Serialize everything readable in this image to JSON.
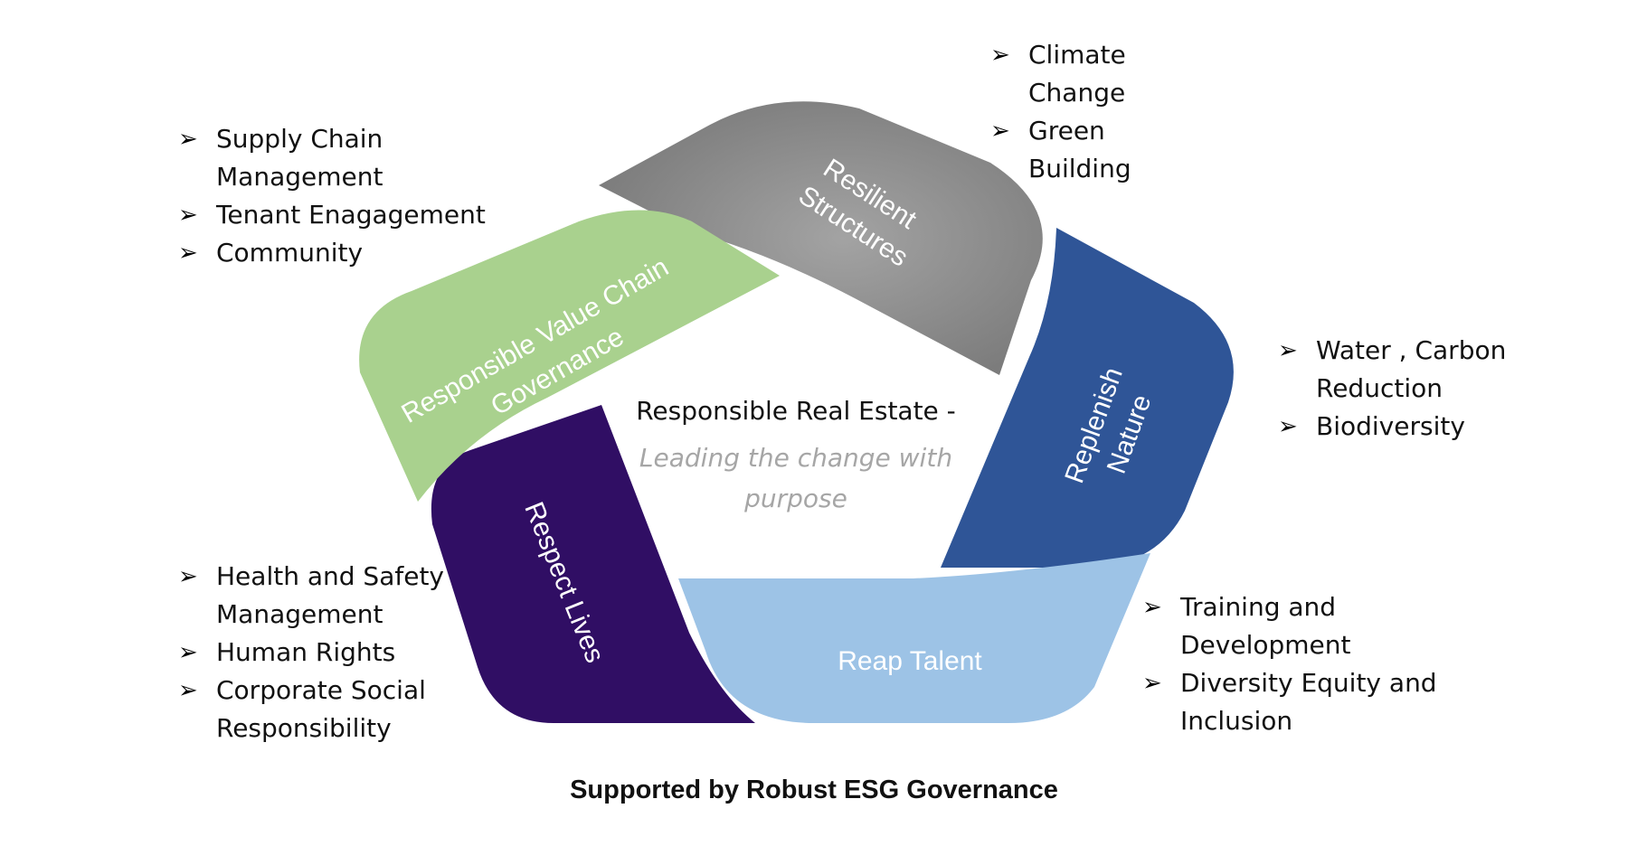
{
  "segments": {
    "resilient": {
      "line1": "Resilient",
      "line2": "Structures",
      "color": "#8c8c8c"
    },
    "replenish": {
      "line1": "Replenish",
      "line2": "Nature",
      "color": "#2f5597"
    },
    "reap": {
      "label": "Reap Talent",
      "color": "#9dc3e6"
    },
    "respect": {
      "label": "Respect Lives",
      "color": "#300e64"
    },
    "value_chain": {
      "line1": "Responsible Value Chain",
      "line2": "Governance",
      "color": "#a9d18e"
    }
  },
  "center": {
    "title": "Responsible Real Estate -",
    "subtitle": "Leading the change with purpose"
  },
  "bullets": {
    "resilient": [
      "Climate Change",
      "Green Building"
    ],
    "value_chain": [
      "Supply Chain Management",
      "Tenant Enagagement",
      "Community"
    ],
    "replenish": [
      "Water , Carbon Reduction",
      "Biodiversity"
    ],
    "reap": [
      "Training and Development",
      "Diversity Equity and Inclusion"
    ],
    "respect": [
      "Health and Safety Management",
      "Human Rights",
      "Corporate Social Responsibility"
    ]
  },
  "bullet_icon": "arrowhead-bullet-icon",
  "footer": "Supported by Robust ESG Governance"
}
